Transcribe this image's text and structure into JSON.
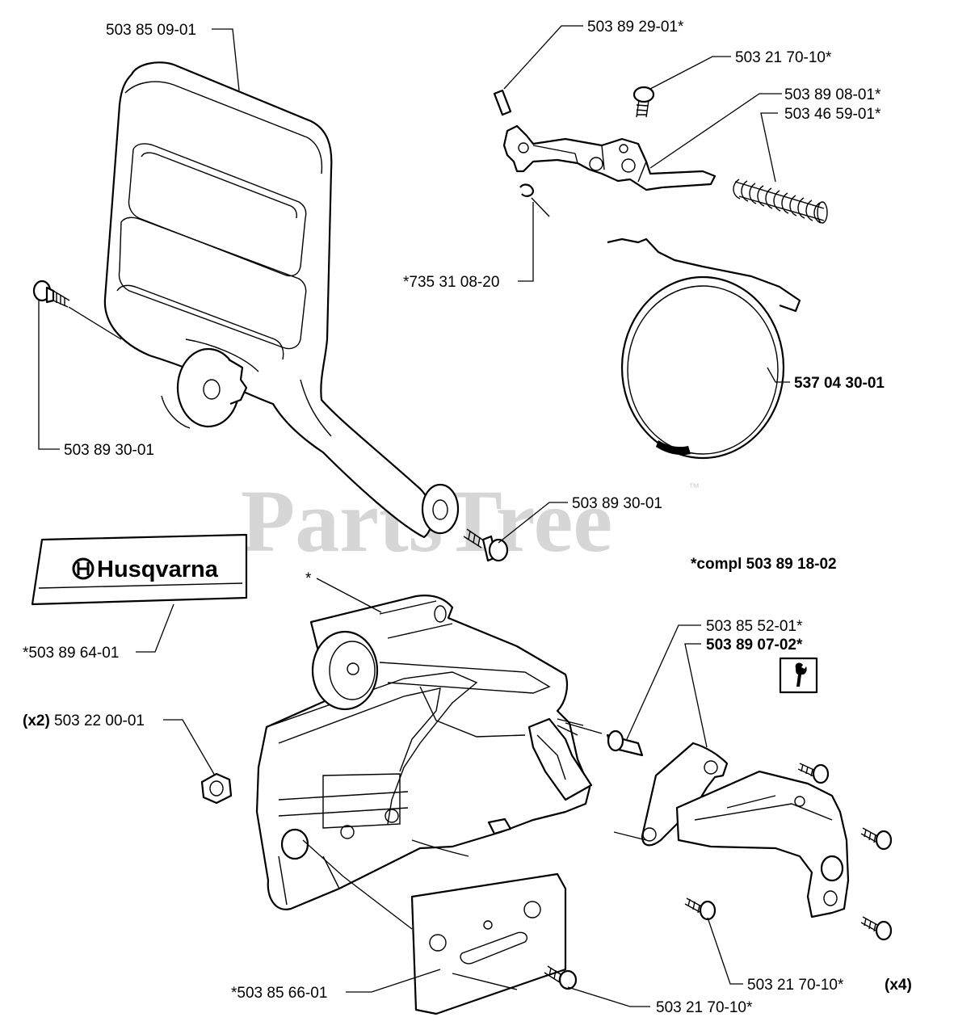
{
  "watermark": {
    "text": "PartsTree",
    "trademark": "™"
  },
  "decal": {
    "brand_text": "Husqvarna"
  },
  "labels": {
    "clutch_cover": "503 85 09-01",
    "pin": "503 89 29-01*",
    "screw_top": "503 21 70-10*",
    "lever": "503 89 08-01*",
    "spring": "503 46 59-01*",
    "circlip": "*735 31 08-20",
    "screw_left": "503 89 30-01",
    "brake_band": "537 04 30-01",
    "screw_mid": "503 89 30-01",
    "compl": "*compl 503 89 18-02",
    "decal": "*503 89 64-01",
    "asterisk": "*",
    "pin_bottom": "503 85 52-01*",
    "guard": "503 89 07-02*",
    "nut_qty": "(x2)",
    "nut": "503 22 00-01",
    "plate": "*503 85 66-01",
    "screw_bottom": "503 21 70-10*",
    "screw_right": "503 21 70-10*",
    "screw_right_qty": "(x4)"
  },
  "icons": {
    "service_tool": "wrench-icon"
  }
}
